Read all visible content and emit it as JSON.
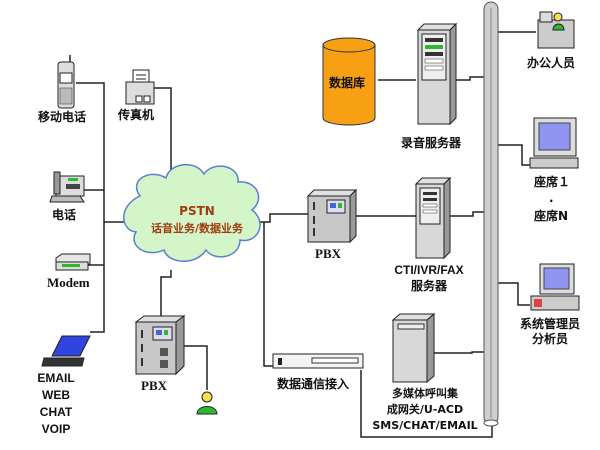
{
  "diagram": {
    "cloud": {
      "line1": "PSTN",
      "line2": "话音业务/数据业务"
    },
    "left_devices": {
      "mobile": "移动电话",
      "fax": "传真机",
      "phone": "电话",
      "modem": "Modem",
      "laptop": [
        "EMAIL",
        "WEB",
        "CHAT",
        "VOIP"
      ]
    },
    "pbx_left": "PBX",
    "pbx_right": "PBX",
    "database": "数据库",
    "recording_server": "录音服务器",
    "cti_server": {
      "line1": "CTI/IVR/FAX",
      "line2": "服务器"
    },
    "data_access": "数据通信接入",
    "multimedia_gateway": {
      "line1": "多媒体呼叫集",
      "line2": "成网关/U-ACD",
      "line3": "SMS/CHAT/EMAIL"
    },
    "office_staff": "办公人员",
    "agent1": "座席１",
    "agent_dot": "·",
    "agentN": "座席N",
    "admin": {
      "line1": "系统管理员",
      "line2": "分析员"
    }
  },
  "colors": {
    "cloud_fill": "#d4f5c8",
    "cloud_stroke": "#5a7fd0",
    "cloud_text": "#a23a10",
    "database_fill": "#f7a014",
    "bus_fill": "#cfcfcf",
    "line": "#222222",
    "screen": "#8f95f0",
    "person": "#2fb82f"
  }
}
